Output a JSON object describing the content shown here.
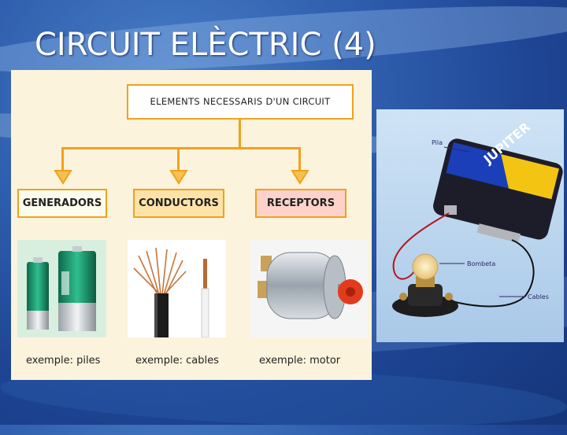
{
  "slide": {
    "title": "CIRCUIT ELÈCTRIC (4)"
  },
  "diagram": {
    "root_label": "ELEMENTS NECESSARIS D'UN CIRCUIT",
    "categories": [
      {
        "label": "GENERADORS",
        "caption": "exemple: piles"
      },
      {
        "label": "CONDUCTORS",
        "caption": "exemple: cables"
      },
      {
        "label": "RECEPTORS",
        "caption": "exemple: motor"
      }
    ],
    "accent_color": "#f0a11e"
  },
  "circuit_photo": {
    "labels": {
      "battery": "Pila",
      "bulb": "Bombeta",
      "wires": "Cables"
    },
    "brand": "JUPITER"
  }
}
